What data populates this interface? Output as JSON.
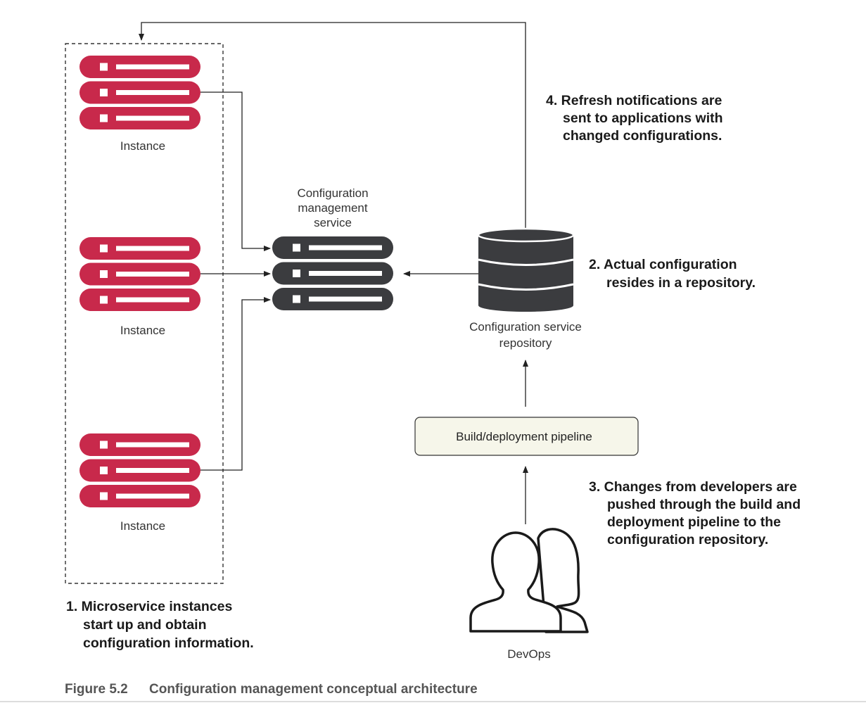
{
  "instances": [
    {
      "label": "Instance"
    },
    {
      "label": "Instance"
    },
    {
      "label": "Instance"
    }
  ],
  "config_service": {
    "label_lines": [
      "Configuration",
      "management",
      "service"
    ]
  },
  "repository": {
    "label_lines": [
      "Configuration service",
      "repository"
    ]
  },
  "pipeline": {
    "label": "Build/deployment pipeline"
  },
  "devops": {
    "label": "DevOps"
  },
  "notes": {
    "step1": [
      "1. Microservice instances",
      "start up and obtain",
      "configuration information."
    ],
    "step2": [
      "2. Actual configuration",
      "resides in a repository."
    ],
    "step3": [
      "3. Changes from developers are",
      "pushed through the build and",
      "deployment pipeline to the",
      "configuration repository."
    ],
    "step4": [
      "4. Refresh notifications are",
      "sent to applications with",
      "changed configurations."
    ]
  },
  "caption": {
    "figure": "Figure 5.2",
    "text": "Configuration management conceptual architecture"
  },
  "colors": {
    "instance_server": "#c8294b",
    "config_server": "#3b3c3f",
    "database": "#3b3c3f",
    "pipeline_fill": "#f6f6ea",
    "line": "#222222"
  },
  "icons": {
    "instance": "server-stack-icon",
    "config_service": "server-stack-icon",
    "repository": "database-icon",
    "devops": "users-icon"
  }
}
